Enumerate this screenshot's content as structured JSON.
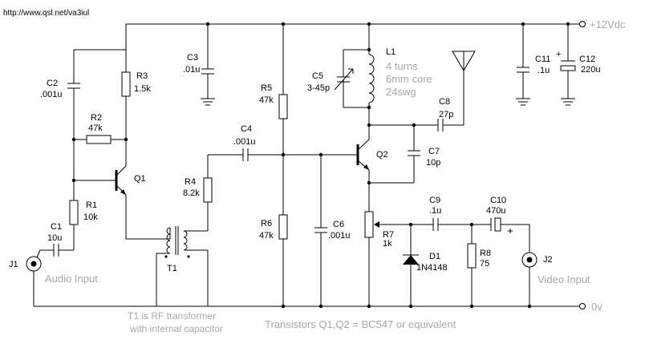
{
  "url": "http://www.qsl.net/va3iul",
  "rails": {
    "vcc": "+12Vdc",
    "gnd": "0v"
  },
  "components": {
    "r3": {
      "name": "R3",
      "value": "1.5k"
    },
    "c2": {
      "name": "C2",
      "value": ".001u"
    },
    "r2": {
      "name": "R2",
      "value": "47k"
    },
    "q1": {
      "name": "Q1"
    },
    "r1": {
      "name": "R1",
      "value": "10k"
    },
    "c1": {
      "name": "C1",
      "value": "10u"
    },
    "j1": {
      "name": "J1",
      "label": "Audio Input"
    },
    "t1": {
      "name": "T1"
    },
    "c3": {
      "name": "C3",
      "value": ".01u"
    },
    "r4": {
      "name": "R4",
      "value": "8.2k"
    },
    "c4": {
      "name": "C4",
      "value": ".001u"
    },
    "r5": {
      "name": "R5",
      "value": "47k"
    },
    "r6": {
      "name": "R6",
      "value": "47k"
    },
    "c6": {
      "name": "C6",
      "value": ".001u"
    },
    "c5": {
      "name": "C5",
      "value": "3-45p"
    },
    "l1": {
      "name": "L1",
      "specs": [
        "4 turns",
        "6mm core",
        "24swg"
      ]
    },
    "c8": {
      "name": "C8",
      "value": "27p"
    },
    "q2": {
      "name": "Q2"
    },
    "c7": {
      "name": "C7",
      "value": "10p"
    },
    "r7": {
      "name": "R7",
      "value": "1k"
    },
    "c9": {
      "name": "C9",
      "value": ".1u"
    },
    "c10": {
      "name": "C10",
      "value": "470u"
    },
    "d1": {
      "name": "D1",
      "value": "1N4148"
    },
    "r8": {
      "name": "R8",
      "value": "75"
    },
    "j2": {
      "name": "J2",
      "label": "Video Input"
    },
    "c11": {
      "name": "C11",
      "value": ".1u"
    },
    "c12": {
      "name": "C12",
      "value": "220u"
    }
  },
  "notes": {
    "t1_line1": "T1 is RF transformer",
    "t1_line2": "with internal capacitor",
    "transistors": "Transistors Q1,Q2 = BC547 or equivalent"
  },
  "colors": {
    "ink": "#000000",
    "note": "#a8a8a8",
    "background": "#ffffff"
  }
}
